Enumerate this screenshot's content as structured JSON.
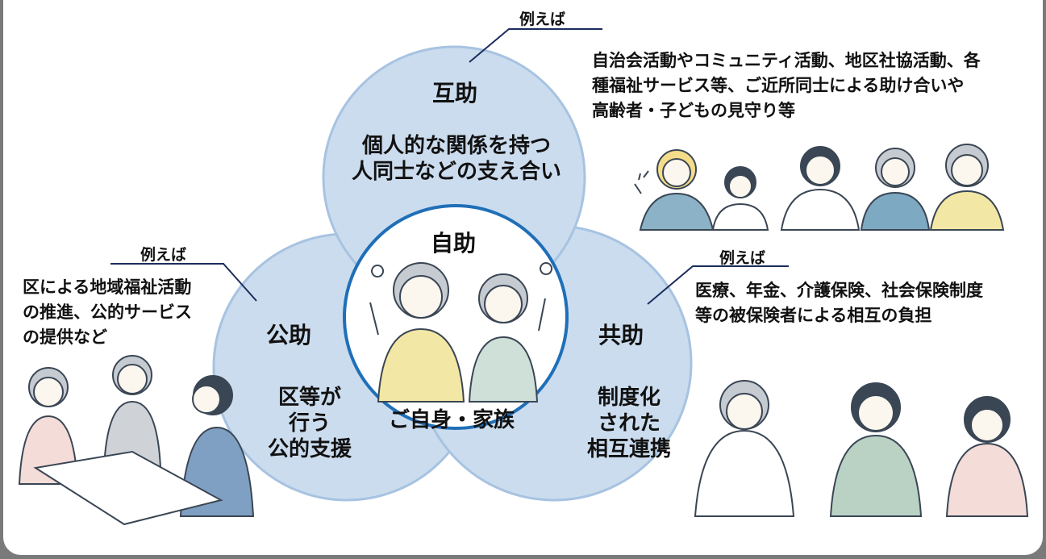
{
  "colors": {
    "circle_fill": "#cbdcee",
    "circle_edge": "#a7c3e1",
    "center_ring": "#1f6fb8",
    "leader": "#1b2d5c"
  },
  "mutual": {
    "title": "互助",
    "desc": [
      "個人的な関係を持つ",
      "人同士などの支え合い"
    ],
    "example_label": "例えば",
    "example_text": [
      "自治会活動やコミュニティ活動、地区社協活動、各",
      "種福祉サービス等、ご近所同士による助け合いや",
      "高齢者・子どもの見守り等"
    ]
  },
  "self": {
    "title": "自助",
    "desc": "ご自身・家族"
  },
  "public": {
    "title": "公助",
    "desc": [
      "区等が",
      "行う",
      "公的支援"
    ],
    "example_label": "例えば",
    "example_text": [
      "区による地域福祉活動",
      "の推進、公的サービス",
      "の提供など"
    ]
  },
  "cooperative": {
    "title": "共助",
    "desc": [
      "制度化",
      "された",
      "相互連携"
    ],
    "example_label": "例えば",
    "example_text": [
      "医療、年金、介護保険、社会保険制度",
      "等の被保険者による相互の負担"
    ]
  }
}
